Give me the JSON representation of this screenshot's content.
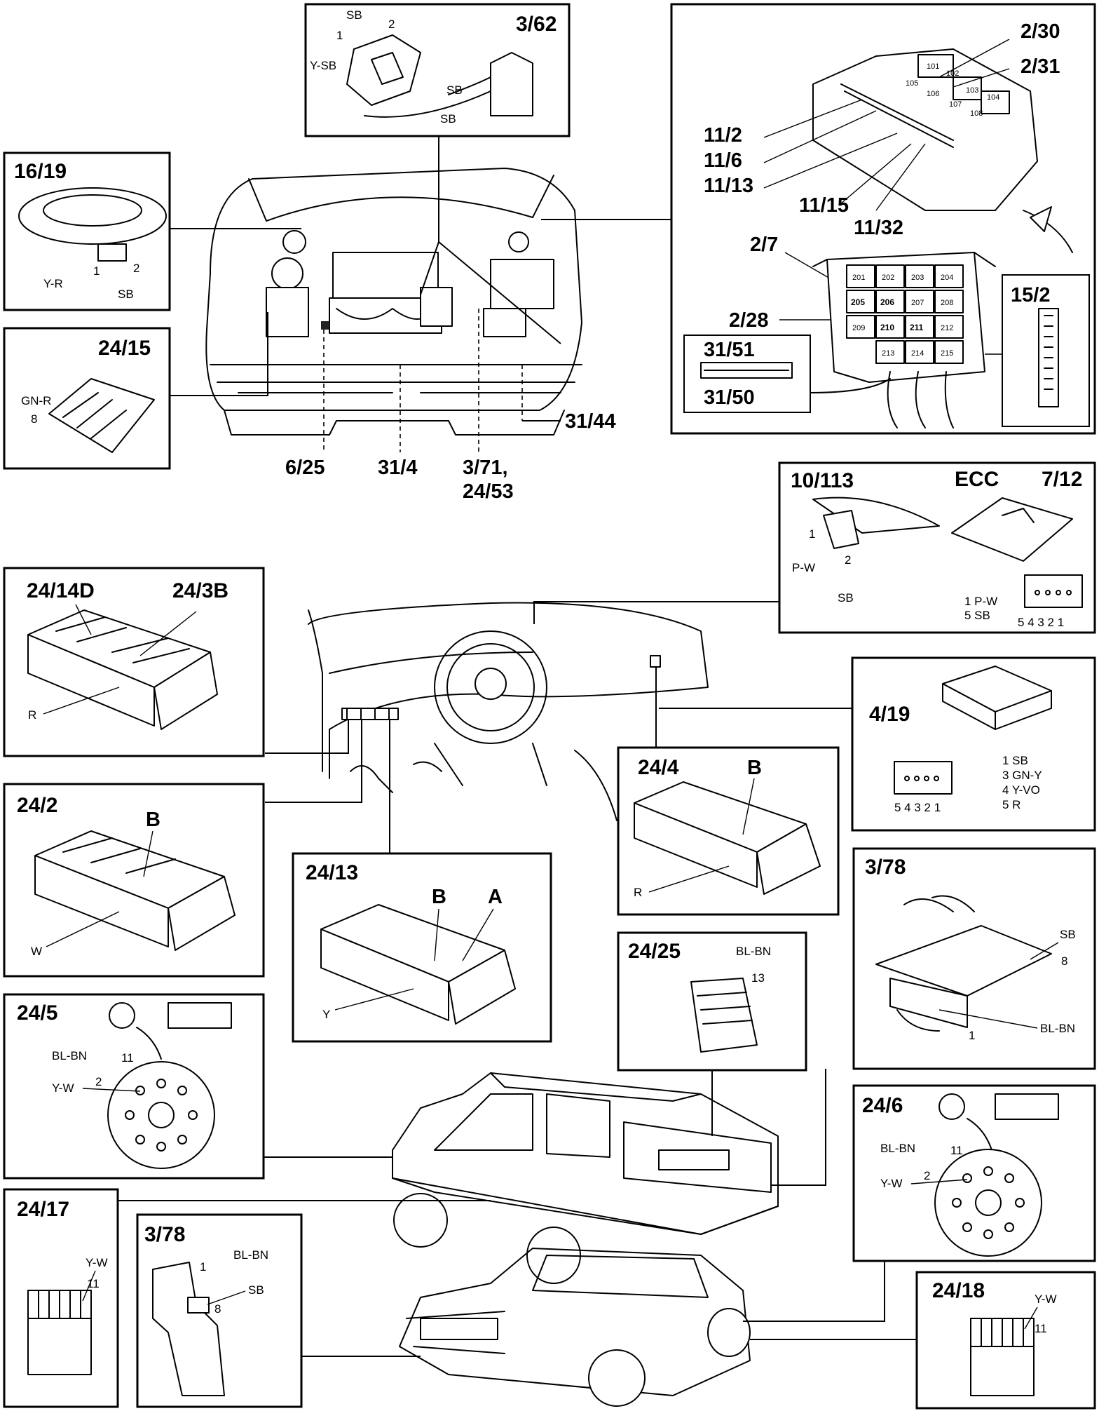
{
  "components": {
    "c362": {
      "title": "3/62",
      "wires": [
        "SB",
        "2",
        "1",
        "Y-SB",
        "SB",
        "SB"
      ]
    },
    "c1619": {
      "title": "16/19",
      "wires": [
        "Y-R",
        "1",
        "2",
        "SB"
      ]
    },
    "c2415": {
      "title": "24/15",
      "wires": [
        "GN-R",
        "8"
      ]
    },
    "fusebox": {
      "labels": [
        "2/30",
        "2/31",
        "11/2",
        "11/6",
        "11/13",
        "11/15",
        "11/32",
        "2/7",
        "2/28",
        "15/2",
        "31/51",
        "31/50"
      ],
      "relays_top": [
        "101",
        "102",
        "103",
        "104",
        "105",
        "106",
        "107",
        "108"
      ],
      "relays": [
        "201",
        "202",
        "203",
        "204",
        "205",
        "206",
        "207",
        "208",
        "209",
        "210",
        "211",
        "212",
        "213",
        "214",
        "215"
      ]
    },
    "engine_bay_labels": [
      "6/25",
      "31/4",
      "3/71,",
      "24/53",
      "31/44"
    ],
    "c10113": {
      "title": "10/113",
      "ecc": "ECC",
      "title2": "7/12",
      "wires": [
        "1",
        "2",
        "P-W",
        "SB"
      ],
      "pins": [
        "1 P-W",
        "5 SB"
      ],
      "pin_numbers": "5 4 3 2 1"
    },
    "c2414d": {
      "title": "24/14D",
      "title2": "24/3B",
      "color": "R"
    },
    "c419": {
      "title": "4/19",
      "pin_numbers": "5 4 3 2 1",
      "pins": [
        "1 SB",
        "3 GN-Y",
        "4 Y-VO",
        "5 R"
      ]
    },
    "c244": {
      "title": "24/4",
      "sub": "B",
      "color": "R"
    },
    "c242": {
      "title": "24/2",
      "sub": "B",
      "color": "W"
    },
    "c2413": {
      "title": "24/13",
      "sub_b": "B",
      "sub_a": "A",
      "color": "Y"
    },
    "c378a": {
      "title": "3/78",
      "wires": [
        "SB",
        "8",
        "1",
        "BL-BN"
      ]
    },
    "c2425": {
      "title": "24/25",
      "wires": [
        "BL-BN",
        "13"
      ]
    },
    "c245": {
      "title": "24/5",
      "wires": [
        "BL-BN",
        "11",
        "2",
        "Y-W"
      ]
    },
    "c246": {
      "title": "24/6",
      "wires": [
        "BL-BN",
        "11",
        "2",
        "Y-W"
      ]
    },
    "c2417": {
      "title": "24/17",
      "wires": [
        "Y-W",
        "11"
      ]
    },
    "c378b": {
      "title": "3/78",
      "wires": [
        "1",
        "BL-BN",
        "SB",
        "8"
      ]
    },
    "c2418": {
      "title": "24/18",
      "wires": [
        "Y-W",
        "11"
      ]
    }
  }
}
